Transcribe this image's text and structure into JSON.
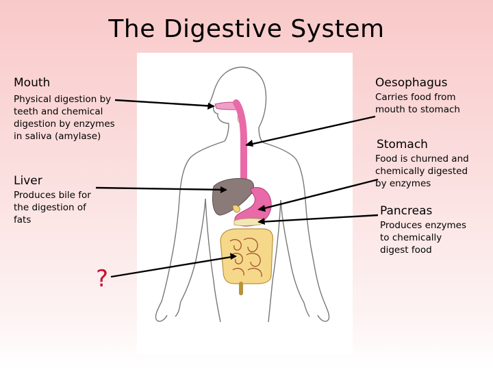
{
  "title": "The Digestive System",
  "labels": {
    "mouth": {
      "heading": "Mouth",
      "lines": [
        "Physical digestion by",
        "teeth and chemical",
        "digestion by enzymes",
        "in saliva (amylase)"
      ]
    },
    "liver": {
      "heading": "Liver",
      "lines": [
        "Produces bile for",
        "the digestion of",
        "fats"
      ]
    },
    "oesophagus": {
      "heading": "Oesophagus",
      "lines": [
        "Carries food from",
        "mouth to stomach"
      ]
    },
    "stomach": {
      "heading": "Stomach",
      "lines": [
        "Food is churned and",
        "chemically digested",
        "by enzymes"
      ]
    },
    "pancreas": {
      "heading": "Pancreas",
      "lines": [
        "Produces enzymes",
        "to chemically",
        "digest food"
      ]
    }
  },
  "question_mark": "?",
  "colors": {
    "oesophagus_stomach": "#e86aa8",
    "liver": "#8a7a78",
    "intestine": "#f6d88a",
    "question_mark": "#c8102e"
  }
}
